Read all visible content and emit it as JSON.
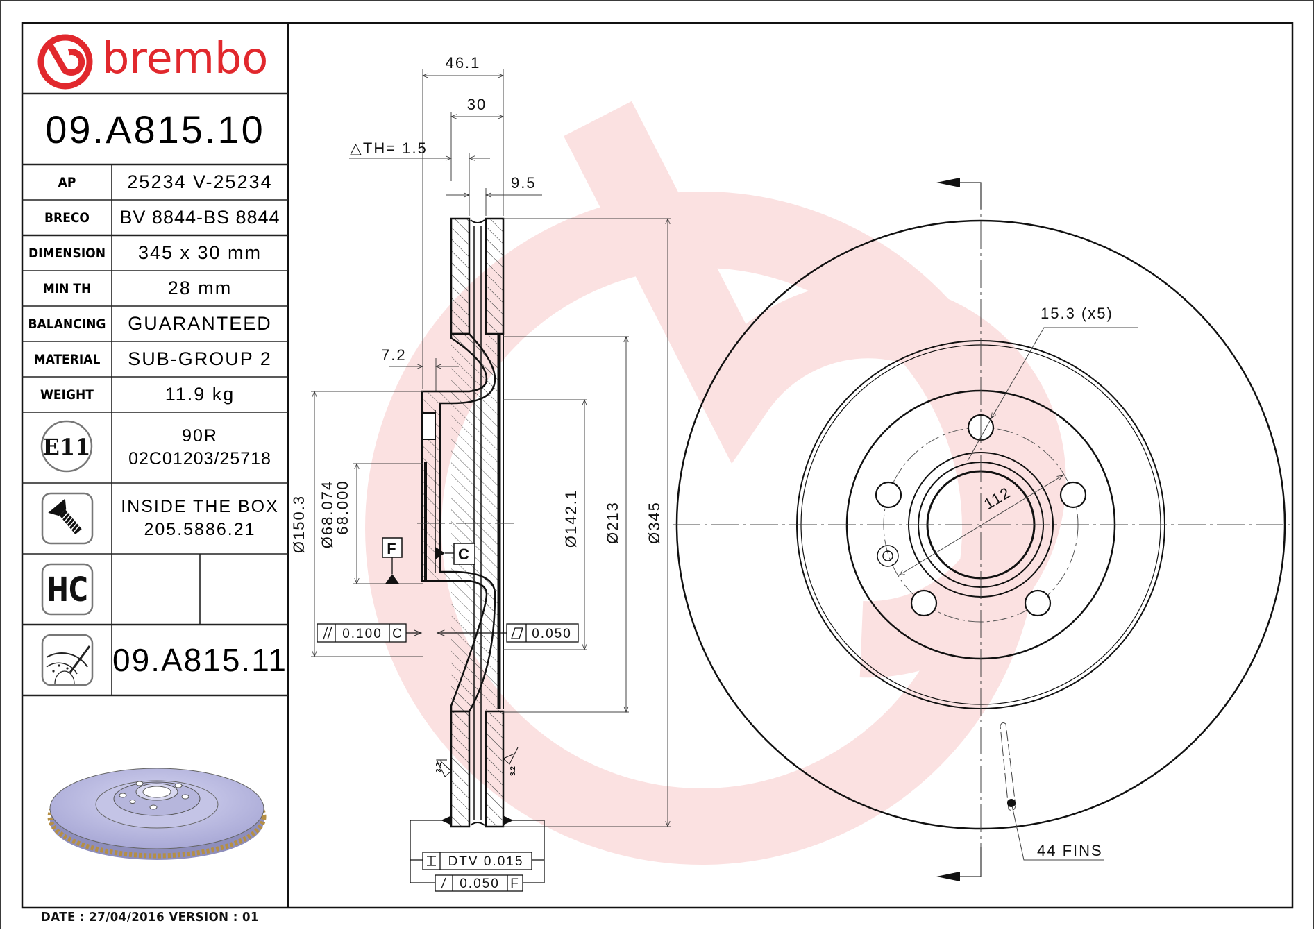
{
  "brand": {
    "name": "brembo",
    "color": "#e1282d",
    "watermark_color": "#fbe3e3"
  },
  "part_number": "09.A815.10",
  "specs": [
    {
      "label": "AP",
      "value": "25234 V-25234"
    },
    {
      "label": "BRECO",
      "value": "BV 8844-BS 8844"
    },
    {
      "label": "DIMENSION",
      "value": "345 x 30 mm"
    },
    {
      "label": "MIN TH",
      "value": "28 mm"
    },
    {
      "label": "BALANCING",
      "value": "GUARANTEED"
    },
    {
      "label": "MATERIAL",
      "value": "SUB-GROUP 2"
    },
    {
      "label": "WEIGHT",
      "value": "11.9 kg"
    }
  ],
  "certification": {
    "icon_text": "E11",
    "line1": "90R",
    "line2": "02C01203/25718"
  },
  "screw": {
    "line1": "INSIDE THE BOX",
    "line2": "205.5886.21"
  },
  "hc": {
    "icon_text": "HC"
  },
  "alt_part": {
    "number": "09.A815.11"
  },
  "footer": {
    "date_line": "DATE : 27/04/2016 VERSION : 01"
  },
  "section_view": {
    "dims": {
      "overall_width": "46.1",
      "thickness": "30",
      "delta_th": "△TH= 1.5",
      "vent_gap": "9.5",
      "hat_offset": "7.2",
      "d_150": "Ø150.3",
      "d_bore_max": "Ø68.074",
      "d_bore_min": "68.000",
      "d_142": "Ø142.1",
      "d_213": "Ø213",
      "d_345": "Ø345"
    },
    "datums": {
      "f": "F",
      "c": "C"
    },
    "tolerances": {
      "parallelism": {
        "symbol": "//",
        "value": "0.100",
        "datum": "C"
      },
      "flatness": {
        "symbol": "▱",
        "value": "0.050"
      },
      "dtv": {
        "symbol": "⌶",
        "value": "DTV 0.015"
      },
      "runout": {
        "symbol": "↗",
        "value": "0.050",
        "datum": "F"
      }
    },
    "roughness": [
      "3.2",
      "3.2"
    ]
  },
  "front_view": {
    "bolt_hole": "15.3 (x5)",
    "pcd": "112",
    "fins": "44 FINS"
  }
}
